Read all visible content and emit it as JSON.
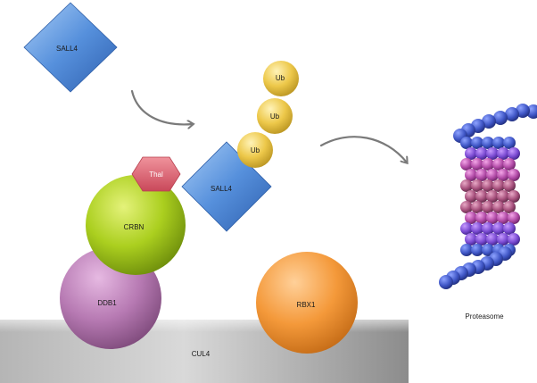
{
  "labels": {
    "sall4_free": "SALL4",
    "sall4_bound": "SALL4",
    "thal": "Thal",
    "crbn": "CRBN",
    "ddb1": "DDB1",
    "rbx1": "RBX1",
    "cul4": "CUL4",
    "ub": [
      "Ub",
      "Ub",
      "Ub"
    ],
    "proteasome": "Proteasome"
  },
  "colors": {
    "sall4": "#4f86d4",
    "thal": "#e0606e",
    "crbn": "#a9cc1e",
    "ddb1": "#b878b4",
    "rbx1": "#f39a3c",
    "ub": "#ecc84a",
    "cul4_bar": "#9e9e9e",
    "arrow": "#7a7a7a",
    "proteasome_outer": "#3f56c6",
    "proteasome_inner": "#b14aa6"
  },
  "icons": {
    "arrow_1": "curved-arrow",
    "arrow_2": "curved-arrow"
  }
}
